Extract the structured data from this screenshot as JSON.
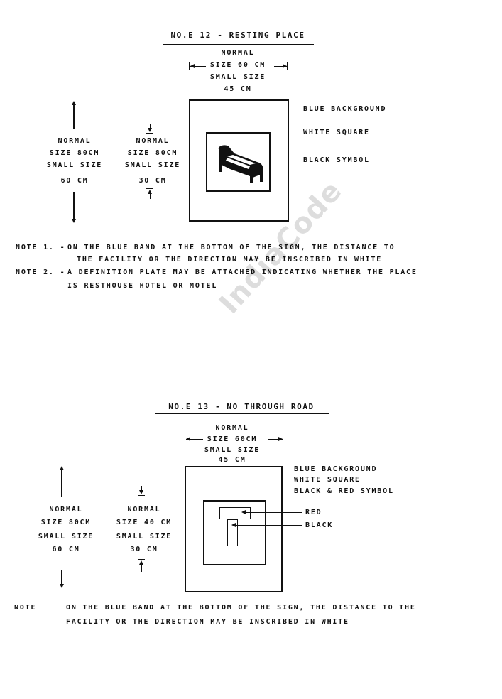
{
  "watermark": "IndiaCode",
  "sign_e12": {
    "title": "NO.E 12 - RESTING PLACE",
    "width_label": [
      "NORMAL",
      "SIZE 60 CM",
      "SMALL SIZE",
      "45 CM"
    ],
    "outer_height_label": [
      "NORMAL",
      "SIZE 80CM",
      "SMALL SIZE",
      "60 CM"
    ],
    "inner_height_label": [
      "NORMAL",
      "SIZE 80CM",
      "SMALL SIZE",
      "30 CM"
    ],
    "legend": [
      "BLUE BACKGROUND",
      "WHITE SQUARE",
      "BLACK SYMBOL"
    ],
    "note1_label": "NOTE 1. -",
    "note1_lines": [
      "ON THE BLUE BAND AT THE BOTTOM OF THE SIGN, THE DISTANCE TO",
      "THE FACILITY OR THE DIRECTION MAY BE INSCRIBED IN WHITE"
    ],
    "note2_label": "NOTE 2. -",
    "note2_lines": [
      "A DEFINITION PLATE MAY BE ATTACHED INDICATING WHETHER THE PLACE",
      "IS RESTHOUSE HOTEL OR MOTEL"
    ]
  },
  "sign_e13": {
    "title": "NO.E 13 - NO THROUGH ROAD",
    "width_label": [
      "NORMAL",
      "SIZE 60CM",
      "SMALL SIZE",
      "45 CM"
    ],
    "outer_height_label": [
      "NORMAL",
      "SIZE 80CM",
      "SMALL SIZE",
      "60 CM"
    ],
    "inner_height_label": [
      "NORMAL",
      "SIZE 40 CM",
      "SMALL SIZE",
      "30 CM"
    ],
    "legend": [
      "BLUE BACKGROUND",
      "WHITE SQUARE",
      "BLACK & RED SYMBOL"
    ],
    "callouts": [
      "RED",
      "BLACK"
    ],
    "note_label": "NOTE",
    "note_lines": [
      "ON THE BLUE BAND AT THE BOTTOM OF THE SIGN, THE DISTANCE TO THE",
      "FACILITY OR THE DIRECTION MAY BE INSCRIBED IN WHITE"
    ]
  }
}
